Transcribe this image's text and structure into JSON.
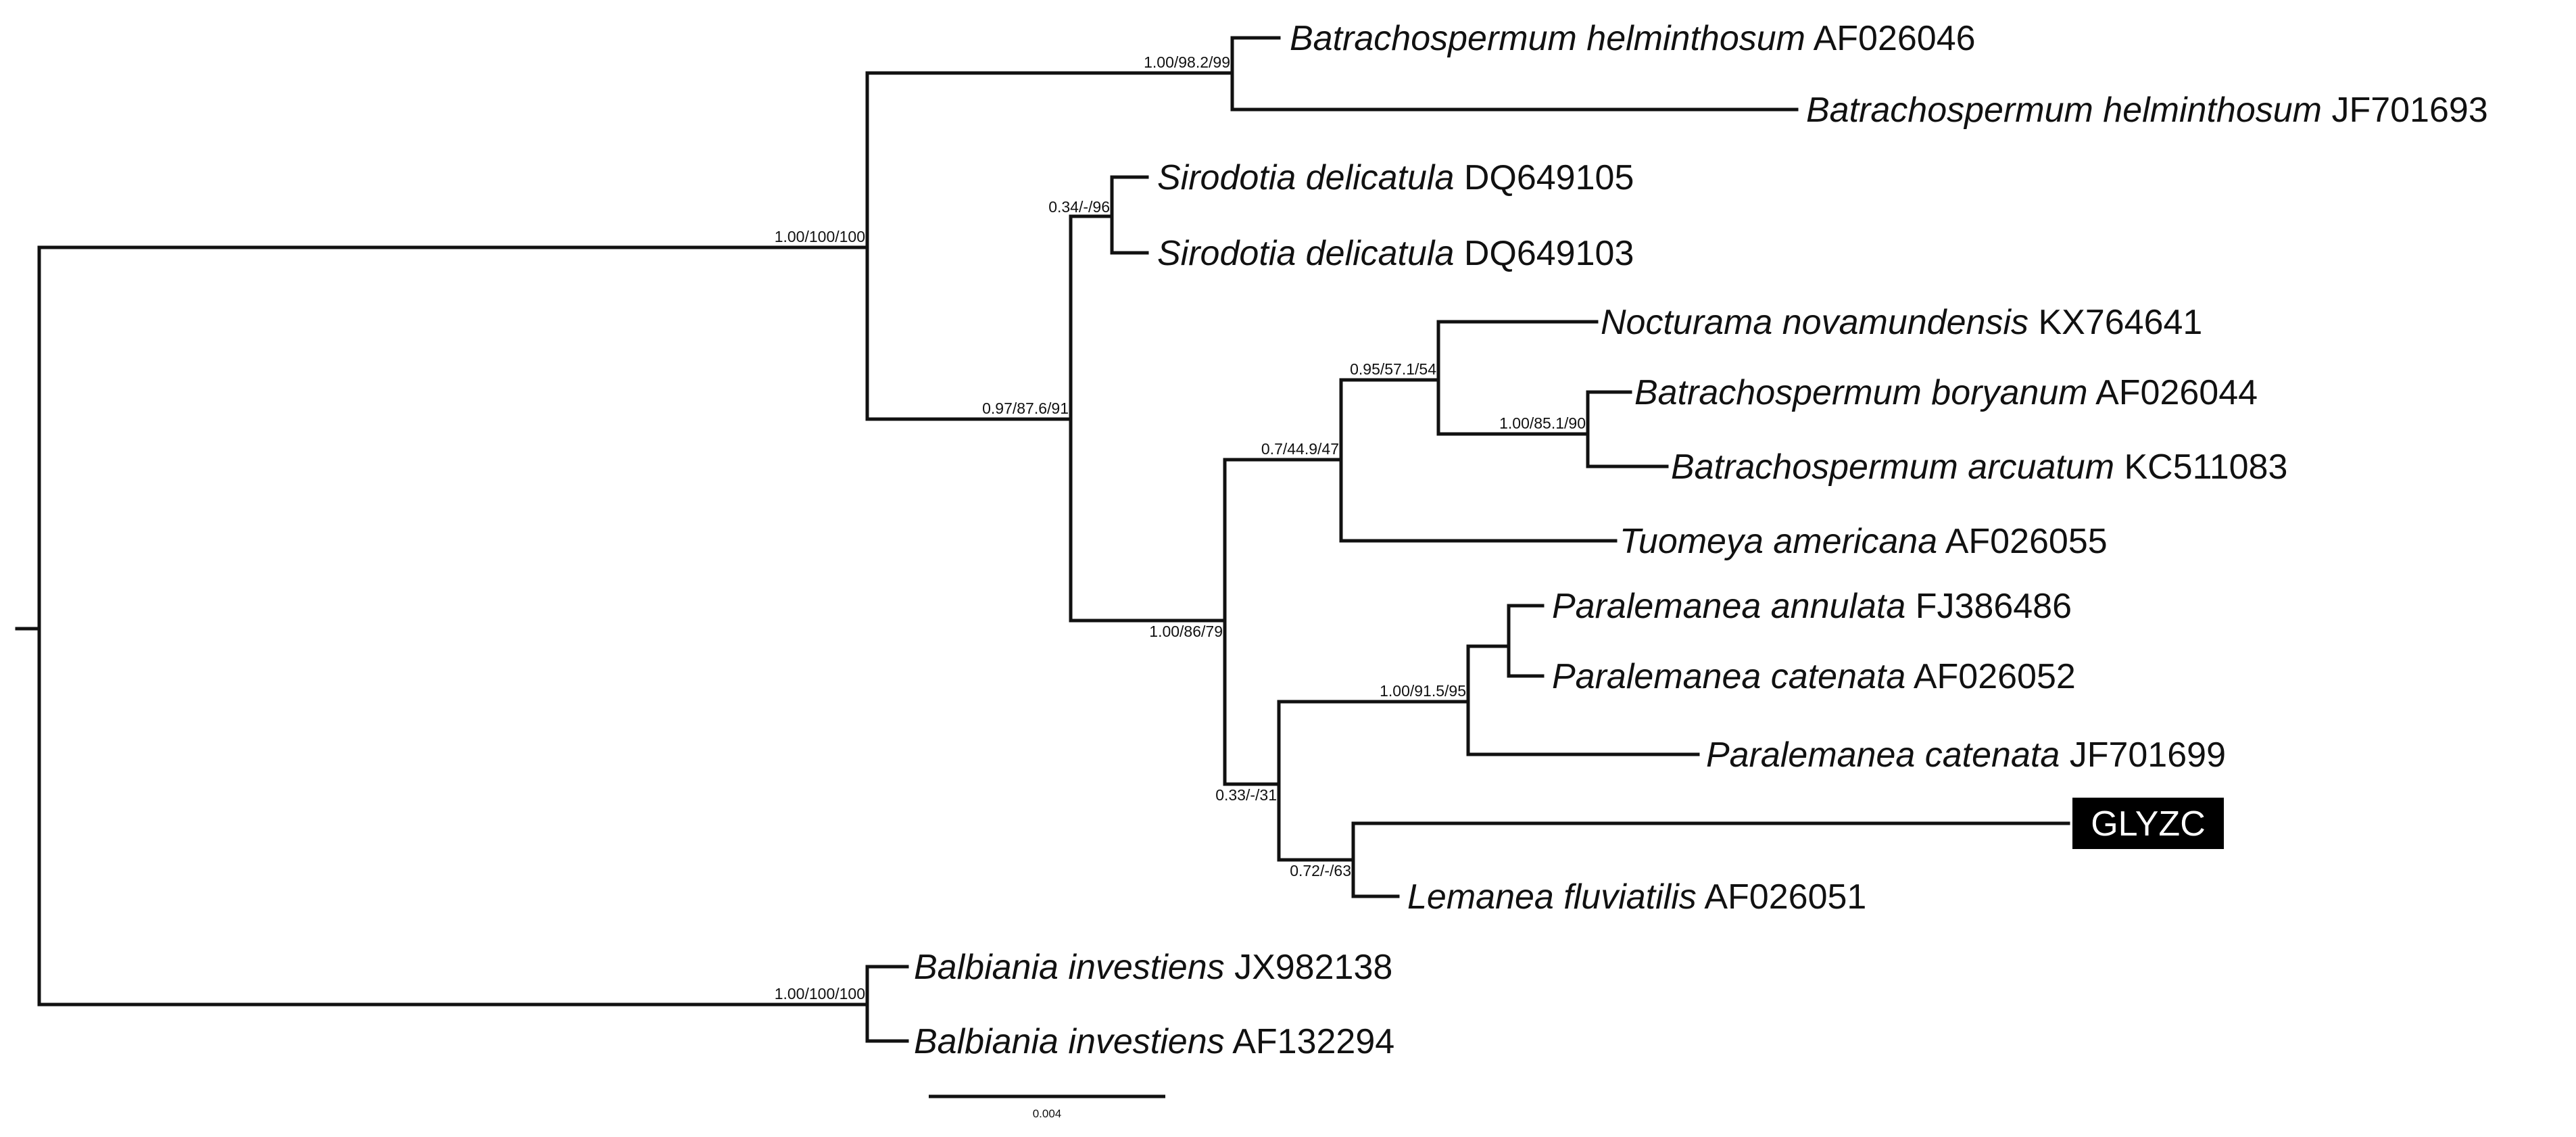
{
  "tree": {
    "taxa": [
      {
        "genus": "Batrachospermum helminthosum",
        "accession": "AF026046"
      },
      {
        "genus": "Batrachospermum helminthosum",
        "accession": "JF701693"
      },
      {
        "genus": "Sirodotia delicatula",
        "accession": "DQ649105"
      },
      {
        "genus": "Sirodotia delicatula",
        "accession": "DQ649103"
      },
      {
        "genus": "Nocturama novamundensis",
        "accession": "KX764641"
      },
      {
        "genus": "Batrachospermum boryanum",
        "accession": "AF026044"
      },
      {
        "genus": "Batrachospermum arcuatum",
        "accession": "KC511083"
      },
      {
        "genus": "Tuomeya americana",
        "accession": "AF026055"
      },
      {
        "genus": "Paralemanea annulata",
        "accession": "FJ386486"
      },
      {
        "genus": "Paralemanea catenata",
        "accession": "AF026052"
      },
      {
        "genus": "Paralemanea catenata",
        "accession": "JF701699"
      },
      {
        "genus": "Lemanea fluviatilis",
        "accession": "AF026051"
      },
      {
        "genus": "Balbiania investiens",
        "accession": "JX982138"
      },
      {
        "genus": "Balbiania investiens",
        "accession": "AF132294"
      }
    ],
    "highlight_label": "GLYZC",
    "supports": {
      "batrachospermum_helminthosum": "1.00/98.2/99",
      "main_ingroup": "1.00/100/100",
      "sirodotia": "0.34/-/96",
      "sirodotia_plus": "0.97/87.6/91",
      "nocturama_clade": "0.95/57.1/54",
      "boryanum_arcuatum": "1.00/85.1/90",
      "tuomeya_clade": "0.7/44.9/47",
      "lemaneaceae_group": "1.00/86/79",
      "paralemanea": "1.00/91.5/95",
      "lemanea_paralemanea": "0.33/-/31",
      "glyzc_lemanea": "0.72/-/63",
      "balbiania": "1.00/100/100"
    },
    "scale_label": "0.004"
  },
  "colors": {
    "line": "#111111",
    "highlight_background": "#000000",
    "highlight_text": "#ffffff"
  }
}
